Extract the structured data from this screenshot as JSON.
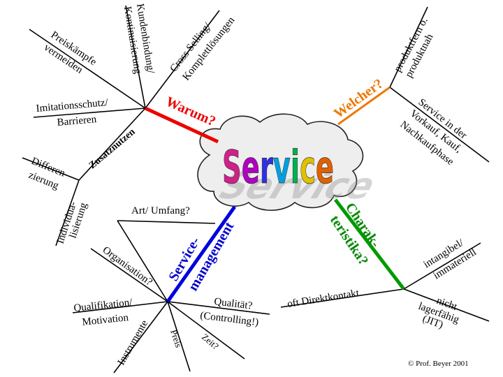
{
  "center": {
    "title": "Service",
    "colors": [
      "#d0208a",
      "#b000c0",
      "#3030e0",
      "#00a0e0",
      "#00b050",
      "#e0c000",
      "#e06000",
      "#ff0000"
    ]
  },
  "branches": {
    "warum": {
      "label": "Warum?",
      "color": "#ee0000"
    },
    "welcher": {
      "label": "Welcher?",
      "color": "#ee7700"
    },
    "charakteristika": {
      "line1": "Charak-",
      "line2": "teristika?",
      "color": "#008800"
    },
    "servicemanagement": {
      "line1": "Service-",
      "line2": "management",
      "color": "#0000cc"
    },
    "zusatznutzen": {
      "label": "Zusatznutzen"
    }
  },
  "leaves": {
    "kundenbindung": {
      "line1": "Kundenbindung/",
      "line2": "Kontinuisierung"
    },
    "cross_selling": {
      "line1": "Cross Selling/",
      "line2": "Komplettlösungen"
    },
    "preiskaempfe": {
      "line1": "Preiskämpfe",
      "line2": "vermeiden"
    },
    "imitationsschutz": {
      "line1": "Imitationsschutz/",
      "line2": "Barrieren"
    },
    "differenzierung": {
      "line1": "Differen-",
      "line2": "zierung"
    },
    "individualisierung": {
      "line1": "Individua-",
      "line2": "lisierung"
    },
    "produktfern": {
      "line1": "produktfern o.",
      "line2": "produktnah"
    },
    "service_phase": {
      "line1": "Service in der",
      "line2": "Vorkauf, Kauf,",
      "line3": "Nachkaufphase"
    },
    "art_umfang": {
      "label": "Art/ Umfang?"
    },
    "organisation": {
      "label": "Organisation?"
    },
    "qualifikation": {
      "line1": "Qualifikation/",
      "line2": "Motivation"
    },
    "qualitaet": {
      "line1": "Qualität?",
      "line2": "(Controlling!)"
    },
    "instrumente": {
      "label": "Instrumente"
    },
    "preis": {
      "label": "Preis"
    },
    "zeit": {
      "label": "Zeit?"
    },
    "direktkontakt": {
      "label": "oft Direktkontakt"
    },
    "intangibel": {
      "line1": "intangibel/",
      "line2": "immateriell"
    },
    "lagerfaehig": {
      "line1": "nicht",
      "line2": "lagerfähig",
      "line3": "(JIT)"
    }
  },
  "copyright": "© Prof. Beyer 2001"
}
